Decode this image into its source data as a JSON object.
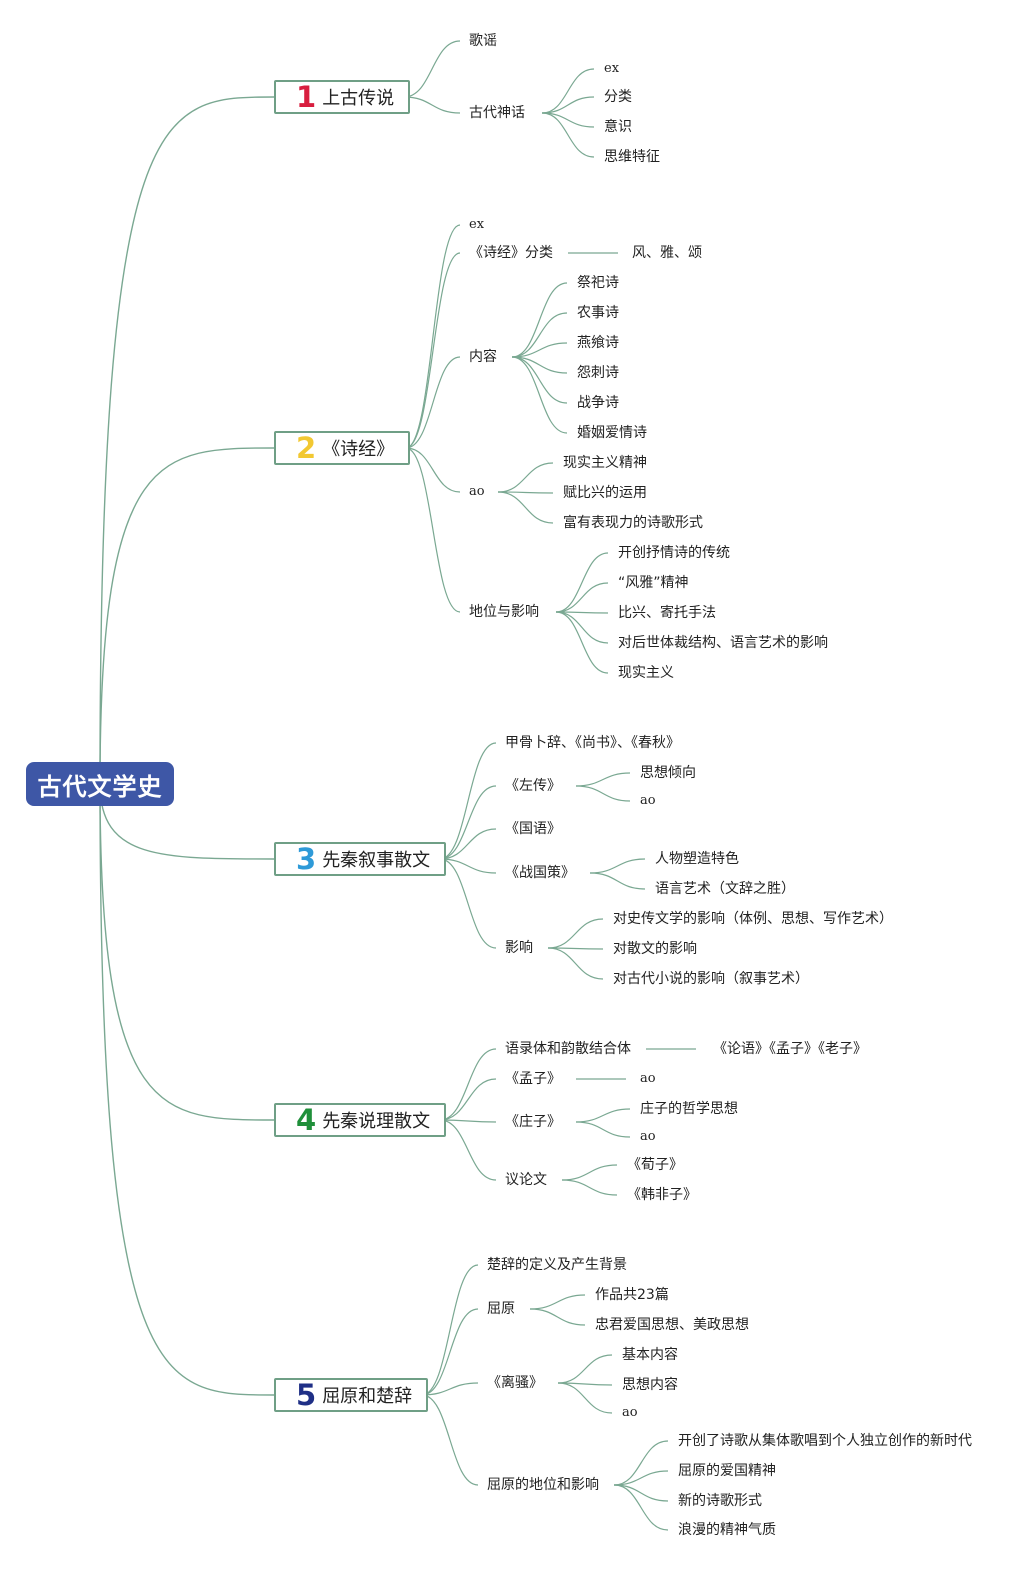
{
  "root": {
    "label": "古代文学史",
    "color": "#3e57a6"
  },
  "line_color": "#7aa892",
  "branches": [
    {
      "number": "1",
      "label": "上古传说",
      "number_color": "#d81e3f"
    },
    {
      "number": "2",
      "label": "《诗经》",
      "number_color": "#f2c832"
    },
    {
      "number": "3",
      "label": "先秦叙事散文",
      "number_color": "#2e9ad8"
    },
    {
      "number": "4",
      "label": "先秦说理散文",
      "number_color": "#1f8f3a"
    },
    {
      "number": "5",
      "label": "屈原和楚辞",
      "number_color": "#1f2f86"
    }
  ],
  "labels": {
    "b1": [
      "歌谣",
      "古代神话",
      "ex",
      "分类",
      "意识",
      "思维特征"
    ],
    "b2": [
      "ex",
      "《诗经》分类",
      "风、雅、颂",
      "内容",
      "祭祀诗",
      "农事诗",
      "燕飨诗",
      "怨刺诗",
      "战争诗",
      "婚姻爱情诗",
      "ao",
      "现实主义精神",
      "赋比兴的运用",
      "富有表现力的诗歌形式",
      "地位与影响",
      "开创抒情诗的传统",
      "“风雅”精神",
      "比兴、寄托手法",
      "对后世体裁结构、语言艺术的影响",
      "现实主义"
    ],
    "b3": [
      "甲骨卜辞、《尚书》、《春秋》",
      "《左传》",
      "思想倾向",
      "ao",
      "《国语》",
      "《战国策》",
      "人物塑造特色",
      "语言艺术（文辞之胜）",
      "影响",
      "对史传文学的影响（体例、思想、写作艺术）",
      "对散文的影响",
      "对古代小说的影响（叙事艺术）"
    ],
    "b4": [
      "语录体和韵散结合体",
      "《论语》《孟子》《老子》",
      "《孟子》",
      "ao",
      "《庄子》",
      "庄子的哲学思想",
      "ao",
      "议论文",
      "《荀子》",
      "《韩非子》"
    ],
    "b5": [
      "楚辞的定义及产生背景",
      "屈原",
      "作品共23篇",
      "忠君爱国思想、美政思想",
      "《离骚》",
      "基本内容",
      "思想内容",
      "ao",
      "屈原的地位和影响",
      "开创了诗歌从集体歌唱到个人独立创作的新时代",
      "屈原的爱国精神",
      "新的诗歌形式",
      "浪漫的精神气质"
    ]
  }
}
